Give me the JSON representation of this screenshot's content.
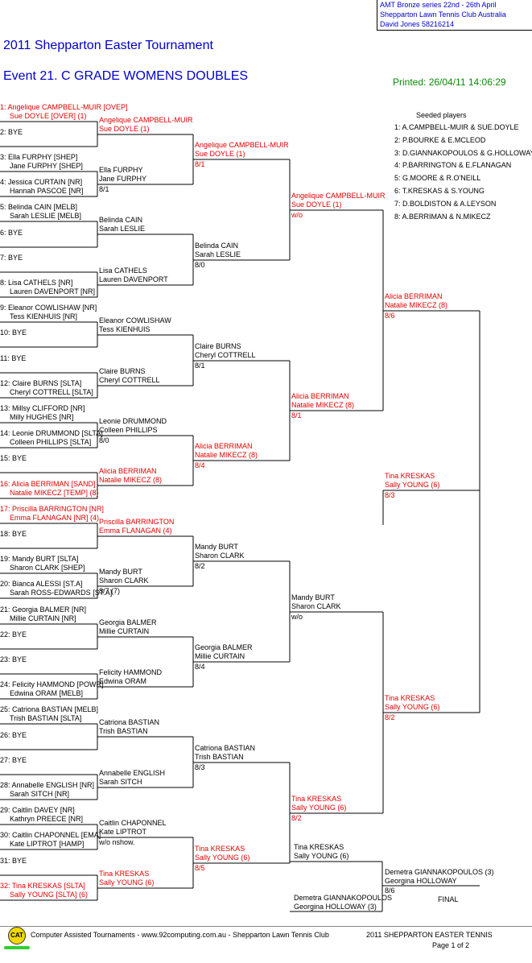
{
  "header_box": [
    "AMT Bronze series    22nd - 26th April",
    "Shepparton Lawn Tennis Club    Australia",
    "David Jones    58216214"
  ],
  "tournament_title": "2011 Shepparton Easter Tournament",
  "event_title": "Event 21. C GRADE WOMENS DOUBLES",
  "printed": "Printed: 26/04/11 14:06:29",
  "seeded_title": "Seeded players",
  "seeds": [
    "1: A.CAMPBELL-MUIR & SUE.DOYLE",
    "2: P.BOURKE & E.MCLEOD",
    "3: D.GIANNAKOPOULOS & G.HOLLOWAY",
    "4: P.BARRINGTON & E.FLANAGAN",
    "5: G.MOORE & R.O'NEILL",
    "6: T.KRESKAS & S.YOUNG",
    "7: D.BOLDISTON & A.LEYSON",
    "8: A.BERRIMAN & N.MIKECZ"
  ],
  "r1": [
    {
      "a": "1: Angelique CAMPBELL-MUIR [OVEP]",
      "b": "Sue DOYLE [OVER] (1)",
      "red": true
    },
    {
      "a": "2: BYE",
      "b": ""
    },
    {
      "a": "3: Ella FURPHY [SHEP]",
      "b": "Jane FURPHY [SHEP]"
    },
    {
      "a": "4: Jessica CURTAIN [NR]",
      "b": "Hannah PASCOE [NR]"
    },
    {
      "a": "5: Belinda CAIN [MELB]",
      "b": "Sarah LESLIE [MELB]"
    },
    {
      "a": "6: BYE",
      "b": ""
    },
    {
      "a": "7: BYE",
      "b": ""
    },
    {
      "a": "8: Lisa CATHELS [NR]",
      "b": "Lauren DAVENPORT [NR]"
    },
    {
      "a": "9: Eleanor COWLISHAW [NR]",
      "b": "Tess KIENHUIS [NR]"
    },
    {
      "a": "10: BYE",
      "b": ""
    },
    {
      "a": "11: BYE",
      "b": ""
    },
    {
      "a": "12: Claire BURNS [SLTA]",
      "b": "Cheryl COTTRELL [SLTA]"
    },
    {
      "a": "13: Millsy CLIFFORD [NR]",
      "b": "Milly HUGHES [NR]"
    },
    {
      "a": "14: Leonie DRUMMOND [SLTA]",
      "b": "Colleen PHILLIPS [SLTA]"
    },
    {
      "a": "15: BYE",
      "b": ""
    },
    {
      "a": "16: Alicia BERRIMAN [SAND]",
      "b": "Natalie MIKECZ [TEMP] (8)",
      "red": true
    },
    {
      "a": "17: Priscilla BARRINGTON [NR]",
      "b": "Emma FLANAGAN [NR] (4)",
      "red": true
    },
    {
      "a": "18: BYE",
      "b": ""
    },
    {
      "a": "19: Mandy BURT [SLTA]",
      "b": "Sharon CLARK [SHEP]"
    },
    {
      "a": "20: Bianca ALESSI [ST.A]",
      "b": "Sarah ROSS-EDWARDS [ST.A]"
    },
    {
      "a": "21: Georgia BALMER [NR]",
      "b": "Millie CURTAIN [NR]"
    },
    {
      "a": "22: BYE",
      "b": ""
    },
    {
      "a": "23: BYE",
      "b": ""
    },
    {
      "a": "24: Felicity HAMMOND [POWR]",
      "b": "Edwina ORAM [MELB]"
    },
    {
      "a": "25: Catriona BASTIAN [MELB]",
      "b": "Trish BASTIAN [SLTA]"
    },
    {
      "a": "26: BYE",
      "b": ""
    },
    {
      "a": "27: BYE",
      "b": ""
    },
    {
      "a": "28: Annabelle ENGLISH [NR]",
      "b": "Sarah SITCH [NR]"
    },
    {
      "a": "29: Caitlin DAVEY [NR]",
      "b": "Kathryn PREECE [NR]"
    },
    {
      "a": "30: Caitlin CHAPONNEL [EMA]",
      "b": "Kate LIPTROT [HAMP]"
    },
    {
      "a": "31: BYE",
      "b": ""
    },
    {
      "a": "32: Tina KRESKAS [SLTA]",
      "b": "Sally YOUNG [SLTA] (6)",
      "red": true
    }
  ],
  "r2": [
    {
      "a": "Angelique CAMPBELL-MUIR",
      "b": "Sue DOYLE (1)",
      "s": "",
      "red": true
    },
    {
      "a": "Ella FURPHY",
      "b": "Jane FURPHY",
      "s": "8/1"
    },
    {
      "a": "Belinda CAIN",
      "b": "Sarah LESLIE",
      "s": ""
    },
    {
      "a": "Lisa CATHELS",
      "b": "Lauren DAVENPORT",
      "s": ""
    },
    {
      "a": "Eleanor COWLISHAW",
      "b": "Tess KIENHUIS",
      "s": ""
    },
    {
      "a": "Claire BURNS",
      "b": "Cheryl COTTRELL",
      "s": ""
    },
    {
      "a": "Leonie DRUMMOND",
      "b": "Colleen PHILLIPS",
      "s": "8/0"
    },
    {
      "a": "Alicia BERRIMAN",
      "b": "Natalie MIKECZ (8)",
      "s": "",
      "red": true
    },
    {
      "a": "Priscilla BARRINGTON",
      "b": "Emma FLANAGAN (4)",
      "s": "",
      "red": true
    },
    {
      "a": "Mandy BURT",
      "b": "Sharon CLARK",
      "s": "8/7 (7)"
    },
    {
      "a": "Georgia BALMER",
      "b": "Millie CURTAIN",
      "s": ""
    },
    {
      "a": "Felicity HAMMOND",
      "b": "Edwina ORAM",
      "s": ""
    },
    {
      "a": "Catriona BASTIAN",
      "b": "Trish BASTIAN",
      "s": ""
    },
    {
      "a": "Annabelle ENGLISH",
      "b": "Sarah SITCH",
      "s": ""
    },
    {
      "a": "Caitlin CHAPONNEL",
      "b": "Kate LIPTROT",
      "s": "w/o nshow."
    },
    {
      "a": "Tina KRESKAS",
      "b": "Sally YOUNG (6)",
      "s": "",
      "red": true
    }
  ],
  "r3": [
    {
      "a": "Angelique CAMPBELL-MUIR",
      "b": "Sue DOYLE (1)",
      "s": "8/1",
      "red": true
    },
    {
      "a": "Belinda CAIN",
      "b": "Sarah LESLIE",
      "s": "8/0"
    },
    {
      "a": "Claire BURNS",
      "b": "Cheryl COTTRELL",
      "s": "8/1"
    },
    {
      "a": "Alicia BERRIMAN",
      "b": "Natalie MIKECZ (8)",
      "s": "8/4",
      "red": true
    },
    {
      "a": "Mandy BURT",
      "b": "Sharon CLARK",
      "s": "8/2"
    },
    {
      "a": "Georgia BALMER",
      "b": "Millie CURTAIN",
      "s": "8/4"
    },
    {
      "a": "Catriona BASTIAN",
      "b": "Trish BASTIAN",
      "s": "8/3"
    },
    {
      "a": "Tina KRESKAS",
      "b": "Sally YOUNG (6)",
      "s": "8/5",
      "red": true
    }
  ],
  "r4": [
    {
      "a": "Angelique CAMPBELL-MUIR",
      "b": "Sue DOYLE (1)",
      "s": "w/o",
      "red": true
    },
    {
      "a": "Alicia BERRIMAN",
      "b": "Natalie MIKECZ (8)",
      "s": "8/1",
      "red": true
    },
    {
      "a": "Mandy BURT",
      "b": "Sharon CLARK",
      "s": "w/o"
    },
    {
      "a": "Tina KRESKAS",
      "b": "Sally YOUNG (6)",
      "s": "8/2",
      "red": true
    }
  ],
  "r5": [
    {
      "a": "Alicia BERRIMAN",
      "b": "Natalie MIKECZ (8)",
      "s": "8/6",
      "red": true
    },
    {
      "a": "Tina KRESKAS",
      "b": "Sally YOUNG (6)",
      "s": "8/2",
      "red": true
    }
  ],
  "r6": {
    "a": "Tina KRESKAS",
    "b": "Sally YOUNG (6)",
    "s": "8/3",
    "red": true
  },
  "final": {
    "top_a": "Tina KRESKAS",
    "top_b": "Sally YOUNG (6)",
    "bot_a": "Demetra GIANNAKOPOULOS",
    "bot_b": "Georgina HOLLOWAY (3)",
    "win_a": "Demetra GIANNAKOPOULOS (3)",
    "win_b": "Georgina HOLLOWAY",
    "win_s": "8/6",
    "label": "FINAL"
  },
  "footer": {
    "logo": "CAT",
    "left": "Computer Assisted Tournaments - www.92computing.com.au -  Shepparton Lawn Tennis Club",
    "right": "2011 SHEPPARTON EASTER TENNIS",
    "page": "Page 1 of 2"
  }
}
